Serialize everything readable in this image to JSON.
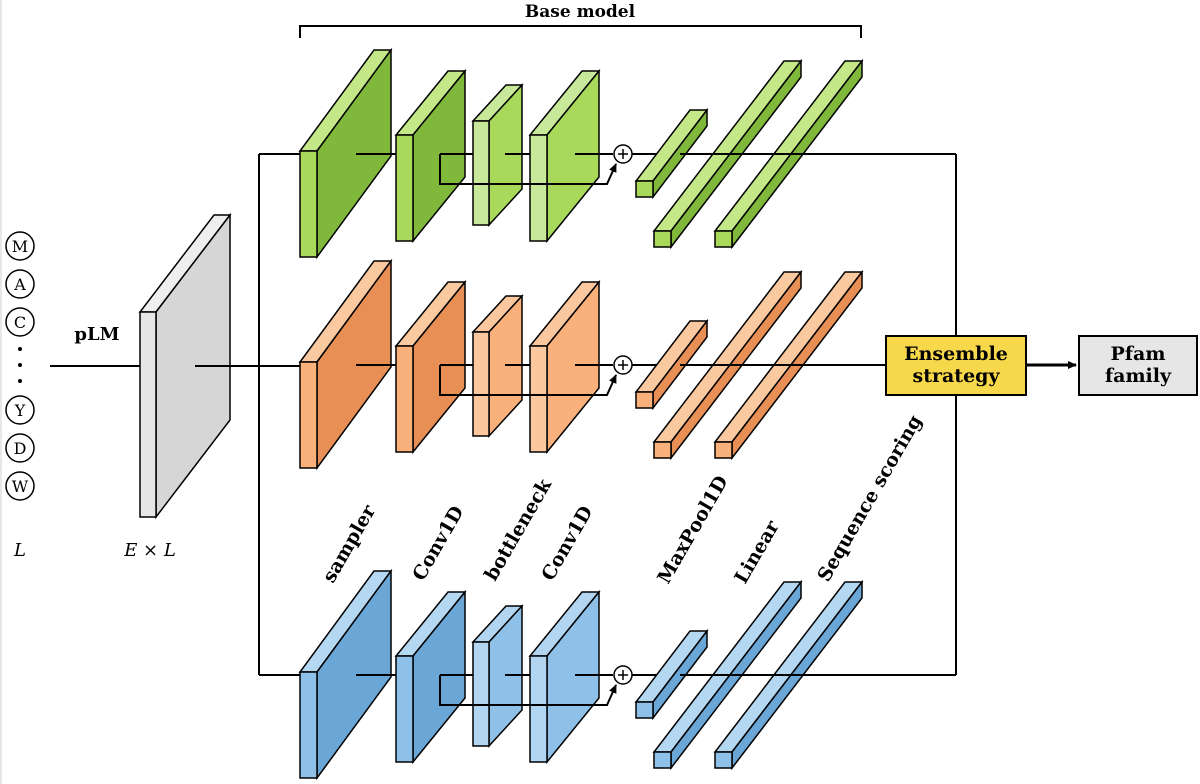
{
  "header": {
    "title": "Base model"
  },
  "input": {
    "residues_top": [
      "M",
      "A",
      "C"
    ],
    "residues_bottom": [
      "Y",
      "D",
      "W"
    ],
    "length_label": "L"
  },
  "plm": {
    "label": "pLM",
    "dim_label": "E × L"
  },
  "layers": {
    "sampler": "sampler",
    "conv1": "Conv1D",
    "bottleneck": "bottleneck",
    "conv2": "Conv1D",
    "maxpool": "MaxPool1D",
    "linear": "Linear",
    "scoring": "Sequence scoring"
  },
  "ensemble": {
    "line1": "Ensemble",
    "line2": "strategy",
    "color": "#f7d84a"
  },
  "output": {
    "line1": "Pfam",
    "line2": "family",
    "color": "#e6e6e6"
  },
  "branch_colors": {
    "green": {
      "front": "#a8d95b",
      "side": "#7fb83a",
      "top": "#c4e888",
      "light": "#c8e89a"
    },
    "orange": {
      "front": "#f9b07a",
      "side": "#e88f55",
      "top": "#fbc9a0",
      "light": "#fbc79e"
    },
    "blue": {
      "front": "#8fc1e8",
      "side": "#6aa6d6",
      "top": "#b4d7f2",
      "light": "#b2d6f1"
    }
  }
}
